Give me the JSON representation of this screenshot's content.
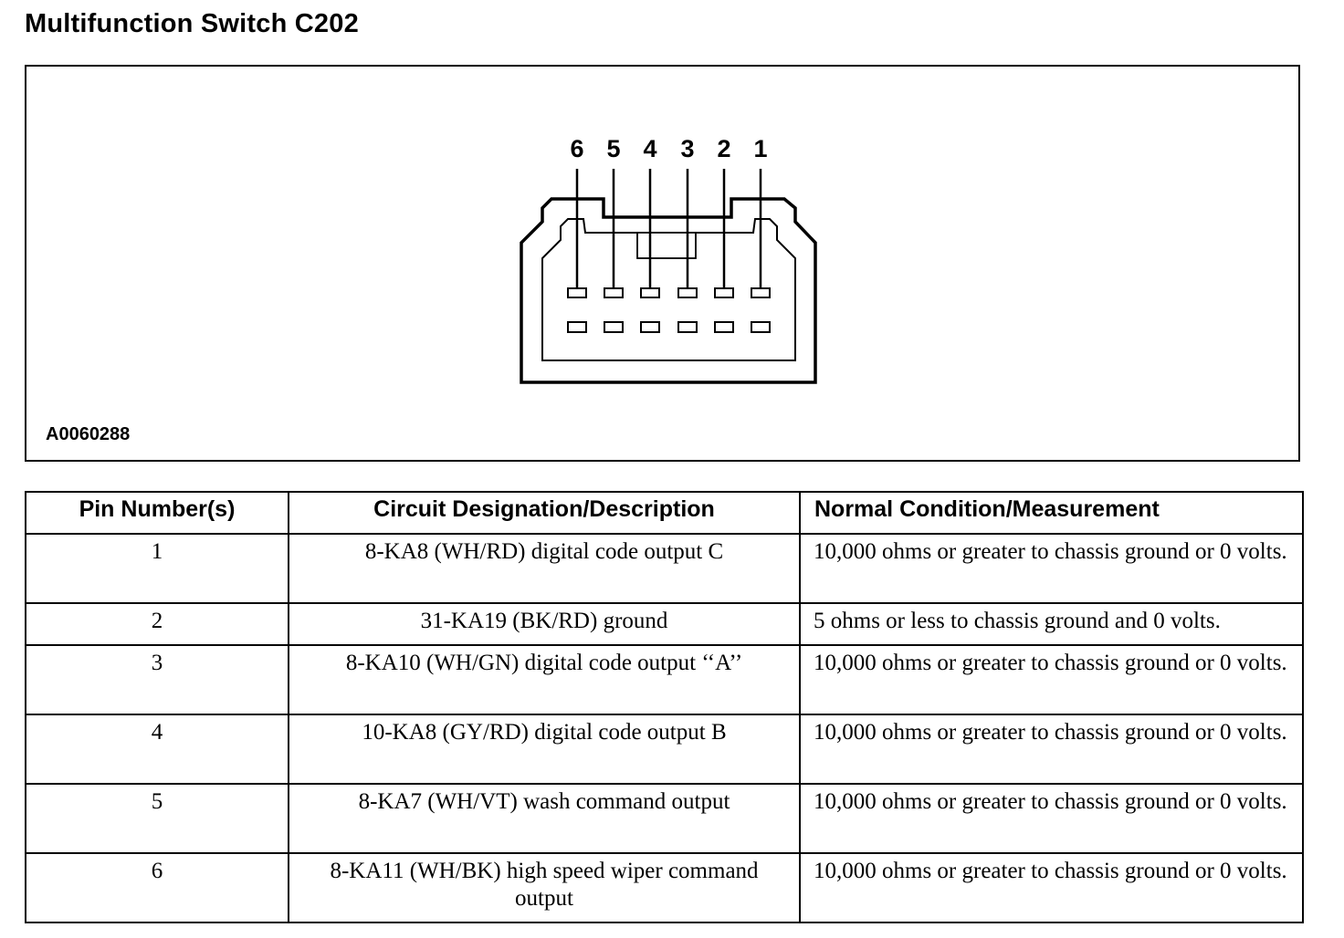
{
  "page": {
    "title": "Multifunction Switch C202"
  },
  "figure": {
    "id": "A0060288",
    "pin_labels": [
      "6",
      "5",
      "4",
      "3",
      "2",
      "1"
    ]
  },
  "table": {
    "headers": {
      "pin": "Pin Number(s)",
      "circuit": "Circuit Designation/Description",
      "condition": "Normal Condition/Measurement"
    },
    "rows": [
      {
        "pin": "1",
        "circuit": "8-KA8 (WH/RD) digital code output C",
        "condition": "10,000 ohms or greater to chassis ground or 0 volts."
      },
      {
        "pin": "2",
        "circuit": "31-KA19 (BK/RD) ground",
        "condition": "5 ohms or less to chassis ground and 0 volts."
      },
      {
        "pin": "3",
        "circuit": "8-KA10 (WH/GN) digital code output ‘‘A’’",
        "condition": "10,000 ohms or greater to chassis ground or 0 volts."
      },
      {
        "pin": "4",
        "circuit": "10-KA8 (GY/RD) digital code output B",
        "condition": "10,000 ohms or greater to chassis ground or 0 volts."
      },
      {
        "pin": "5",
        "circuit": "8-KA7 (WH/VT) wash command output",
        "condition": "10,000 ohms or greater to chassis ground or 0 volts."
      },
      {
        "pin": "6",
        "circuit": "8-KA11 (WH/BK) high speed wiper command output",
        "condition": "10,000 ohms or greater to chassis ground or 0 volts."
      }
    ]
  }
}
